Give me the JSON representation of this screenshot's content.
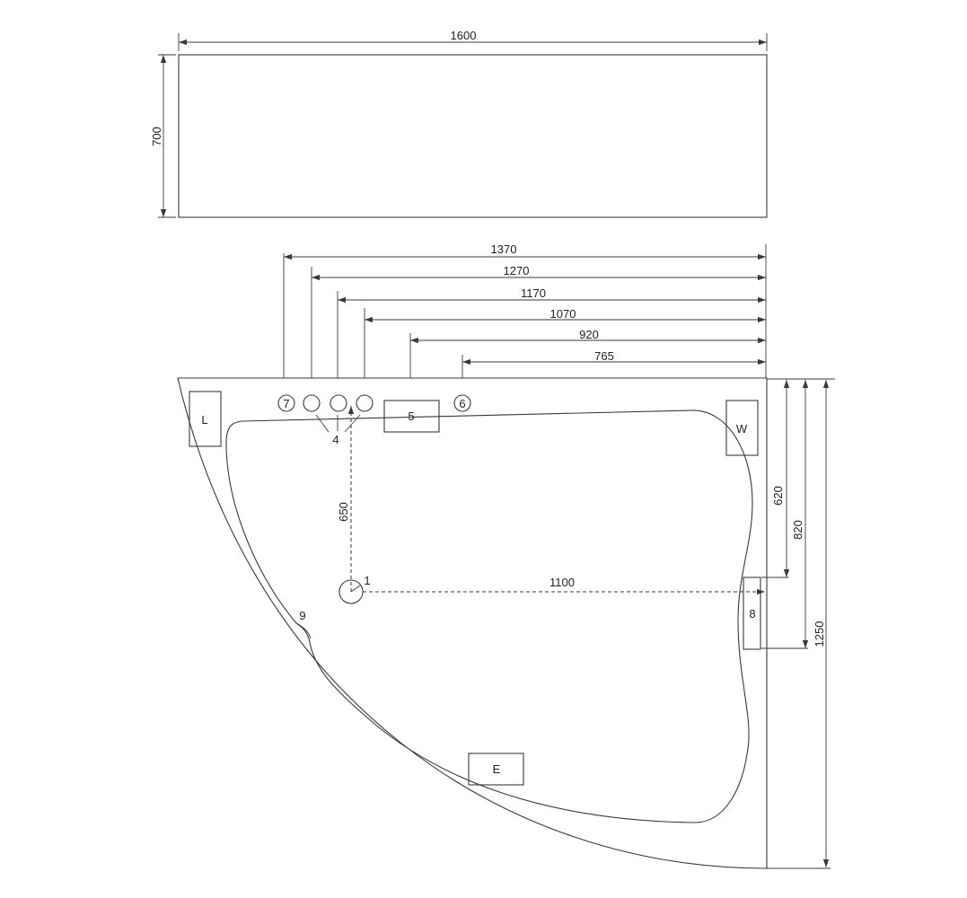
{
  "dimensions": {
    "panel_width": "1600",
    "panel_height": "700",
    "d1370": "1370",
    "d1270": "1270",
    "d1170": "1170",
    "d1070": "1070",
    "d920": "920",
    "d765": "765",
    "d650": "650",
    "d1100": "1100",
    "d620": "620",
    "d820": "820",
    "d1250": "1250"
  },
  "labels": {
    "L": "L",
    "W": "W",
    "E": "E",
    "five": "5",
    "six": "6",
    "seven": "7",
    "four": "4",
    "eight": "8",
    "one": "1",
    "nine": "9"
  }
}
